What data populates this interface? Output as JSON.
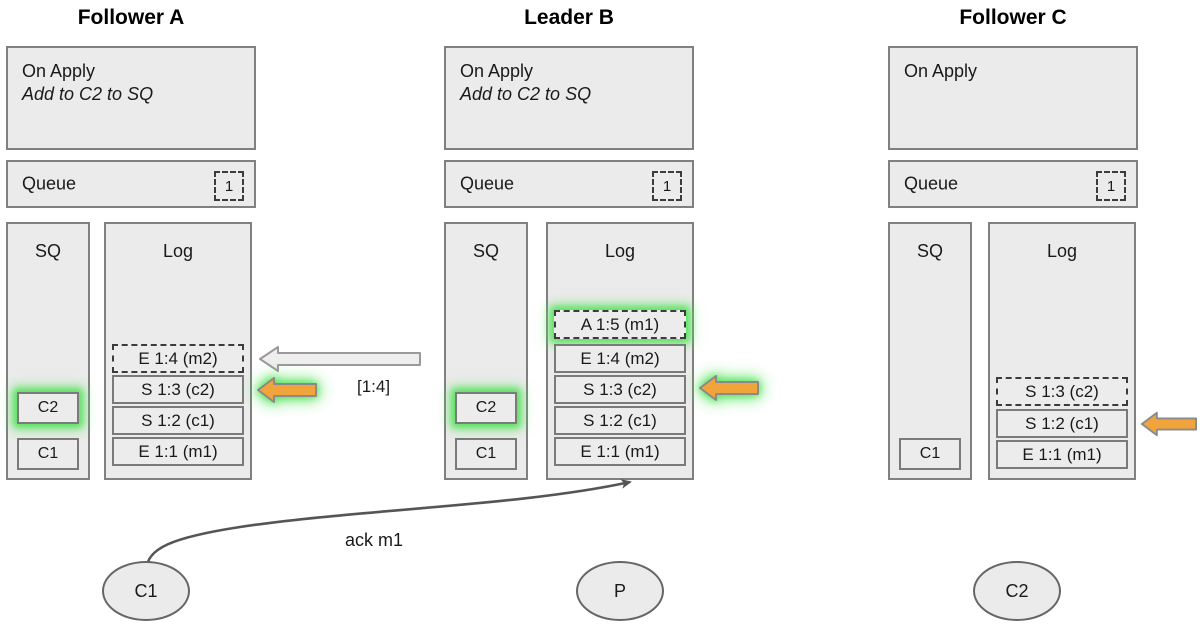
{
  "diagram": {
    "title_font_color": "#000000",
    "panel_bg": "#ebebeb",
    "panel_border": "#808080",
    "highlight_color": "#54e35a",
    "arrow_orange": "#f2a43c",
    "arrow_gray": "#e8e8e8"
  },
  "columns": [
    {
      "id": "follower-a",
      "title": "Follower A",
      "on_apply": {
        "line1": "On Apply",
        "line2": "Add to C2 to SQ"
      },
      "queue": {
        "label": "Queue",
        "count": "1"
      },
      "sq": {
        "title": "SQ",
        "entries": [
          {
            "label": "C2",
            "highlight": true,
            "dashed": false
          },
          {
            "label": "C1",
            "highlight": false,
            "dashed": false
          }
        ]
      },
      "log": {
        "title": "Log",
        "entries": [
          {
            "label": "E 1:4 (m2)",
            "dashed": true,
            "highlight": false
          },
          {
            "label": "S 1:3 (c2)",
            "dashed": false,
            "highlight": false
          },
          {
            "label": "S 1:2 (c1)",
            "dashed": false,
            "highlight": false
          },
          {
            "label": "E 1:1 (m1)",
            "dashed": false,
            "highlight": false
          }
        ]
      }
    },
    {
      "id": "leader-b",
      "title": "Leader B",
      "on_apply": {
        "line1": "On Apply",
        "line2": "Add to C2 to SQ"
      },
      "queue": {
        "label": "Queue",
        "count": "1"
      },
      "sq": {
        "title": "SQ",
        "entries": [
          {
            "label": "C2",
            "highlight": true,
            "dashed": false
          },
          {
            "label": "C1",
            "highlight": false,
            "dashed": false
          }
        ]
      },
      "log": {
        "title": "Log",
        "entries": [
          {
            "label": "A 1:5 (m1)",
            "dashed": true,
            "highlight": true
          },
          {
            "label": "E 1:4 (m2)",
            "dashed": false,
            "highlight": false
          },
          {
            "label": "S 1:3 (c2)",
            "dashed": false,
            "highlight": false
          },
          {
            "label": "S 1:2 (c1)",
            "dashed": false,
            "highlight": false
          },
          {
            "label": "E 1:1 (m1)",
            "dashed": false,
            "highlight": false
          }
        ]
      }
    },
    {
      "id": "follower-c",
      "title": "Follower C",
      "on_apply": {
        "line1": "On Apply",
        "line2": ""
      },
      "queue": {
        "label": "Queue",
        "count": "1"
      },
      "sq": {
        "title": "SQ",
        "entries": [
          {
            "label": "C1",
            "highlight": false,
            "dashed": false
          }
        ]
      },
      "log": {
        "title": "Log",
        "entries": [
          {
            "label": "S 1:3 (c2)",
            "dashed": true,
            "highlight": false
          },
          {
            "label": "S 1:2 (c1)",
            "dashed": false,
            "highlight": false
          },
          {
            "label": "E 1:1 (m1)",
            "dashed": false,
            "highlight": false
          }
        ]
      }
    }
  ],
  "edges": {
    "replication_label": "[1:4]",
    "ack_label": "ack m1"
  },
  "nodes": [
    {
      "id": "c1",
      "label": "C1"
    },
    {
      "id": "p",
      "label": "P"
    },
    {
      "id": "c2",
      "label": "C2"
    }
  ]
}
